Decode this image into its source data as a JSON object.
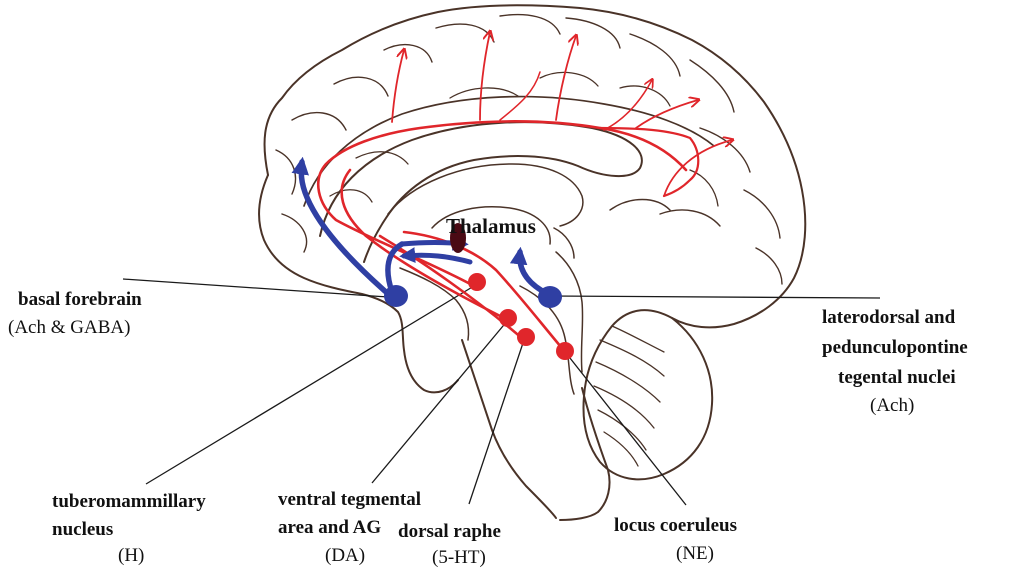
{
  "thalamus": "Thalamus",
  "nuclei": {
    "basal_forebrain": {
      "name": "basal forebrain",
      "transmitter": "(Ach & GABA)"
    },
    "laterodorsal": {
      "name_lines": [
        "laterodorsal and",
        "pedunculopontine",
        "tegental nuclei"
      ],
      "transmitter": "(Ach)"
    },
    "tuberomammillary": {
      "name_lines": [
        "tuberomammillary",
        "nucleus"
      ],
      "transmitter": "(H)"
    },
    "vta": {
      "name_lines": [
        "ventral tegmental",
        "area and AG"
      ],
      "transmitter": "(DA)"
    },
    "dorsal_raphe": {
      "name": "dorsal raphe",
      "transmitter": "(5-HT)"
    },
    "locus_coeruleus": {
      "name": "locus coeruleus",
      "transmitter": "(NE)"
    }
  },
  "colors": {
    "cholinergic_pathway": "#2f3fa3",
    "monoamine_pathway": "#e0262b",
    "thalamus": "#4a0a14",
    "outline": "#4a3328"
  }
}
